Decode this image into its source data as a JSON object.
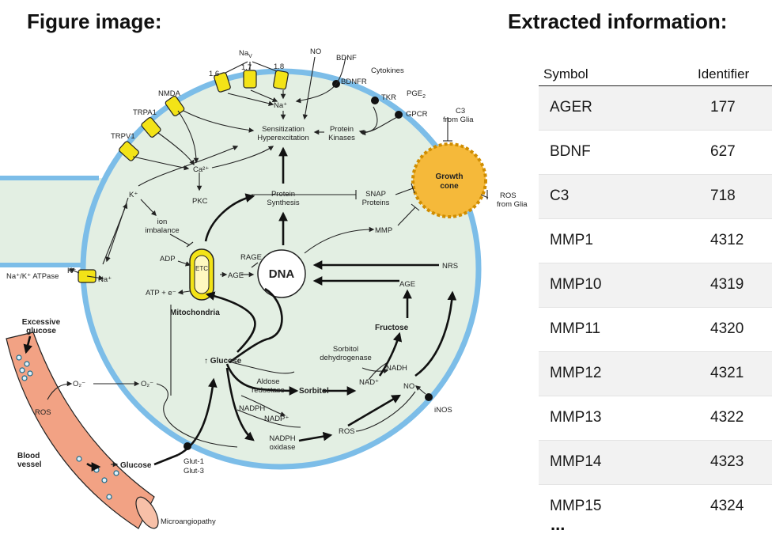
{
  "headings": {
    "figure": "Figure image:",
    "extracted": "Extracted information:"
  },
  "table": {
    "columns": [
      "Symbol",
      "Identifier"
    ],
    "rows": [
      {
        "symbol": "AGER",
        "identifier": "177"
      },
      {
        "symbol": "BDNF",
        "identifier": "627"
      },
      {
        "symbol": "C3",
        "identifier": "718"
      },
      {
        "symbol": "MMP1",
        "identifier": "4312"
      },
      {
        "symbol": "MMP10",
        "identifier": "4319"
      },
      {
        "symbol": "MMP11",
        "identifier": "4320"
      },
      {
        "symbol": "MMP12",
        "identifier": "4321"
      },
      {
        "symbol": "MMP13",
        "identifier": "4322"
      },
      {
        "symbol": "MMP14",
        "identifier": "4323"
      },
      {
        "symbol": "MMP15",
        "identifier": "4324"
      }
    ],
    "more": "..."
  },
  "diagram": {
    "nav": "Na",
    "nav_sub": "V",
    "nav_16": "1.6",
    "nav_17": "1.7",
    "nav_18": "1.8",
    "na_plus": "Na⁺",
    "no_top": "NO",
    "bdnf": "BDNF",
    "bdnfr": "BDNFR",
    "cytokines": "Cytokines",
    "tkr": "TKR",
    "pge2": "PGE",
    "pge2_sub": "2",
    "gpcr": "GPCR",
    "c3": "C3",
    "from_glia": "from Glia",
    "nmda": "NMDA",
    "trpa1": "TRPA1",
    "trpv1": "TRPV1",
    "sensitization": "Sensitization",
    "hyperexcitation": "Hyperexcitation",
    "protein": "Protein",
    "kinases": "Kinases",
    "ca2": "Ca²⁺",
    "growth": "Growth",
    "cone": "cone",
    "ros": "ROS",
    "ros_from": "from Glia",
    "k_plus": "K⁺",
    "pkc": "PKC",
    "protein_syn": "Protein",
    "synthesis": "Synthesis",
    "snap": "SNAP",
    "proteins": "Proteins",
    "ion": "ion",
    "imbalance": "imbalance",
    "mmp": "MMP",
    "nak_atpase": "Na⁺/K⁺ ATPase",
    "k_plus_pump": "K⁺",
    "na_plus_pump": "Na⁺",
    "adp": "ADP",
    "etc": "ETC",
    "atp": "ATP + e⁻",
    "mitochondria": "Mitochondria",
    "age_left": "AGE",
    "rage": "RAGE",
    "dna": "DNA",
    "nrs": "NRS",
    "age_right": "AGE",
    "excessive": "Excessive",
    "glucose_ex": "glucose",
    "fructose": "Fructose",
    "sorbitol_dh1": "Sorbitol",
    "sorbitol_dh2": "dehydrogenase",
    "nadh": "NADH",
    "nad_plus": "NAD⁺",
    "glucose_in": "Glucose",
    "aldose1": "Aldose",
    "aldose2": "reductase",
    "sorbitol": "Sorbitol",
    "nadph": "NADPH",
    "nadp_plus": "NADP⁺",
    "no_right": "NO",
    "inos": "iNOS",
    "o2_left": "O₂⁻",
    "o2_right": "O₂⁻",
    "ros_vessel": "ROS",
    "nadph_ox1": "NADPH",
    "nadph_ox2": "oxidase",
    "ros_mid": "ROS",
    "blood1": "Blood",
    "blood2": "vessel",
    "glucose_vessel": "Glucose",
    "glut1": "Glut-1",
    "glut3": "Glut-3",
    "microangiopathy": "Microangiopathy"
  }
}
